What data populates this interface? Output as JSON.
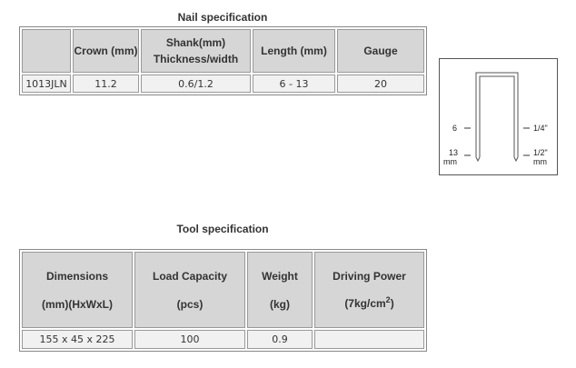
{
  "nail": {
    "title": "Nail specification",
    "headers": [
      "",
      "Crown (mm)",
      "Shank(mm)",
      "Thickness/width",
      "Length (mm)",
      "Gauge"
    ],
    "row": [
      "1013JLN",
      "11.2",
      "0.6/1.2",
      "6 - 13",
      "20"
    ]
  },
  "diagram": {
    "left_top": "6",
    "left_bottom": "13",
    "left_unit": "mm",
    "right_top": "1/4\"",
    "right_bottom": "1/2\"",
    "right_unit": "mm"
  },
  "tool": {
    "title": "Tool specification",
    "headers": {
      "dimensions": "Dimensions",
      "dimensions_unit": "(mm)(HxWxL)",
      "load": "Load Capacity",
      "load_unit": "(pcs)",
      "weight": "Weight",
      "weight_unit": "(kg)",
      "power": "Driving Power",
      "power_unit_prefix": "(7kg/cm",
      "power_unit_sup": "2",
      "power_unit_suffix": ")"
    },
    "row": [
      "155 x 45 x 225",
      "100",
      "0.9",
      ""
    ]
  }
}
